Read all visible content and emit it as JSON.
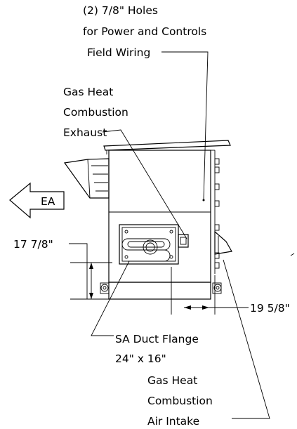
{
  "labels": {
    "holes_line1": "(2) 7/8\" Holes",
    "holes_line2": "for Power and Controls",
    "holes_line3": "Field Wiring",
    "exhaust_line1": "Gas Heat",
    "exhaust_line2": "Combustion",
    "exhaust_line3": "Exhaust",
    "ea": "EA",
    "dim_left": "17 7/8\"",
    "dim_right": "19 5/8\"",
    "sa_line1": "SA Duct Flange",
    "sa_line2": "24\" x 16\"",
    "intake_line1": "Gas Heat",
    "intake_line2": "Combustion",
    "intake_line3": "Air Intake"
  },
  "colors": {
    "line": "#000000",
    "background": "#ffffff"
  }
}
